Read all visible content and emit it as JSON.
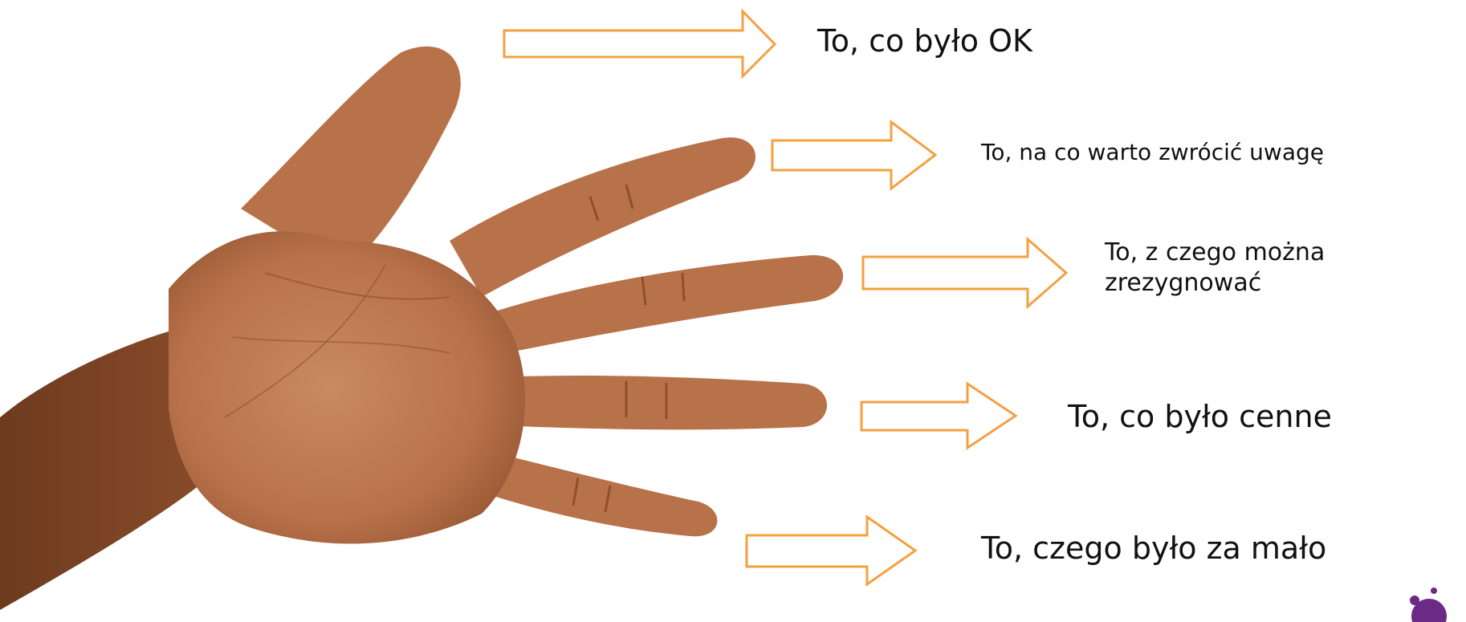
{
  "items": [
    {
      "text": "To, co było OK"
    },
    {
      "text": "To, na co warto zwrócić uwagę"
    },
    {
      "line1": "To, z czego można",
      "line2": "zrezygnować"
    },
    {
      "text": "To, co było cenne"
    },
    {
      "text": "To, czego było za mało"
    }
  ],
  "colors": {
    "arrow_stroke": "#f5a040",
    "skin": "#b8724a",
    "skin_dark": "#8c4f2c",
    "logo": "#6a2a86"
  },
  "icons": [
    "hand-image",
    "arrow-right-icon",
    "logo-icon"
  ]
}
